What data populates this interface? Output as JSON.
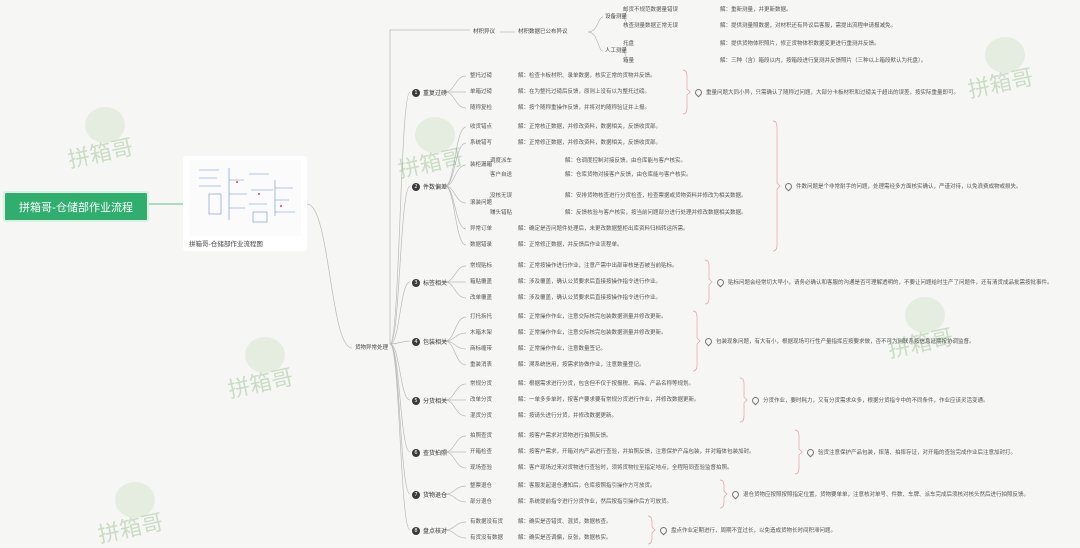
{
  "root": "拼箱哥-仓储部作业流程",
  "thumbnail_caption": "拼箱哥-仓储部作业流程图",
  "watermark_text": "拼箱哥",
  "hub": "货物异常处理",
  "top": {
    "l1": "材积异议",
    "l2": "材积数据已公布异议",
    "l3a": "设备测量",
    "l3b": "人工测量",
    "leaves": [
      {
        "k": "邮货不规范数据量错误",
        "v": "解：重新测量，并更新数据。"
      },
      {
        "k": "核查测量数据正常无误",
        "v": "解：提供测量照数据，对材积还有异议后客服，需提出流程申请报减免。"
      },
      {
        "k": "托盘",
        "v": "解：提供货物体积照片，修正货物体积数据变更进行重测并反馈。"
      },
      {
        "k": "箱量",
        "v": "解：三种（含）箱段以内，按箱段进行复测并反馈照片（三种以上箱段默认为托盘）。"
      }
    ]
  },
  "categories": [
    {
      "num": "1",
      "label": "重复过磅",
      "items": [
        {
          "k": "整托过磅",
          "v": "解：检查卡板材积、录单数据，核实正常的货物并反馈。"
        },
        {
          "k": "单箱过磅",
          "v": "解：在为整托过磅后反馈，原则上没有以为整托过磅。"
        },
        {
          "k": "随称复检",
          "v": "解：按个随称重操作反馈，并将对的随称验证并上报。"
        }
      ],
      "note": "重量问题大同小异，只需确认了随称过问题，大部分卡板材积和过磅关于超出的误差，按实际重量即可。"
    },
    {
      "num": "2",
      "label": "件数偏差",
      "items": [
        {
          "k": "收货错点",
          "v": "解：正常核正数据，并修改资料，数据相关，反馈收货部。"
        },
        {
          "k": "系统错写",
          "v": "解：正常修正数据，并修改资料，数据相关，反馈收货部。"
        },
        {
          "k": "装柜漏箱",
          "v": ""
        },
        {
          "k": "滚装问题",
          "v": ""
        },
        {
          "k": "异常订单",
          "v": "解：确定是否问题件处理后，未更改数据整柜出库资料归档转运所需。"
        },
        {
          "k": "数据错录",
          "v": "解：正常修正数据，并反馈后作业流程单。"
        }
      ],
      "sub": [
        {
          "k": "调度派车",
          "v": "解：仓调度控制对接反馈，由仓库能与客户核实。"
        },
        {
          "k": "客户自送",
          "v": "解：仓库货物对接客户反馈，由仓库能与客户核实。"
        },
        {
          "k": "没核无误",
          "v": "解：安排货物核查进行分货检查，检查票据或货物资料并修改为相关数据。"
        },
        {
          "k": "赚头错贴",
          "v": "解：反馈核验与客户核实，按当前问题部分进行处理并修改数据相关数据。"
        }
      ],
      "note": "件数问题是个非常耐手的问题，处理需经多方面核实确认，严谨对待，以免浪费成物或损失。"
    },
    {
      "num": "3",
      "label": "标签相关",
      "items": [
        {
          "k": "常规贴标",
          "v": "解：正常按操作进行作业，注意产需中出部审核是否被当前贴标。"
        },
        {
          "k": "箱贴覆盖",
          "v": "解：涉及覆盖，确认公货要求后直接按操作指令进行作业。"
        },
        {
          "k": "改单覆盖",
          "v": "解：涉及覆盖，确认公货要求后直接按操作指令进行作业。"
        }
      ],
      "note": "贴标问题会经常切大早小，请务必确认和客服的沟通是否可理解透明的，不要让问题给时生产了问题件，还有清货成品批需按批事件。"
    },
    {
      "num": "4",
      "label": "包装相关",
      "items": [
        {
          "k": "打托拆托",
          "v": "解：正常操作作业，注意交际核完包装数据测量并修改更新。"
        },
        {
          "k": "木箱木架",
          "v": "解：正常操作作业，注意交际核完包装数据测量并修改更新。"
        },
        {
          "k": "商标缠带",
          "v": "解：正常操作作业，注意数量签记。"
        },
        {
          "k": "重装消表",
          "v": "解：溯系统信用，按需求协做作业，注意数量登记。"
        }
      ],
      "note": "包装现象问题，有大有小，根据现场可行性产量指挥应按要求做，否不可为则联系按信息延期按协调监督。"
    },
    {
      "num": "5",
      "label": "分货相关",
      "items": [
        {
          "k": "常规分货",
          "v": "解：根据需求进行分货，包含但不仅于按报税、商品、产品名称等规划。"
        },
        {
          "k": "改单分货",
          "v": "解：一单多多单时，按客户要求要有常规分货进行作业，并修改数据更新。"
        },
        {
          "k": "混货分货",
          "v": "解：按请头进行分货，并修改数据更新。"
        }
      ],
      "note": "分货作业，要时耗力，又有分货需求众多，根据分货指令中的不同条件，作业应该灵活变通。"
    },
    {
      "num": "6",
      "label": "查货拍照",
      "items": [
        {
          "k": "拍照查货",
          "v": "解：按客户需求对货物进行拍照反馈。"
        },
        {
          "k": "开箱检查",
          "v": "解：按客户需求，开箱对内产品进行查验，并拍照反馈，注意保护产品包装，并对箱体包装加封。"
        },
        {
          "k": "现场查验",
          "v": "解：客户现场过来对货物进行查验时，须将货物拉至指定地点，全程陪同查验监督拍照。"
        }
      ],
      "note": "验货注意保护产品包装，摔落、拍摔存证，对开箱的查验完成作业后注意加封打。"
    },
    {
      "num": "7",
      "label": "货物退仓",
      "items": [
        {
          "k": "整票退仓",
          "v": "解：客服发起退仓通知后，仓库按照指引操作方可放货。"
        },
        {
          "k": "部分退仓",
          "v": "解：系统提前指令进行分货作业，然后按指引操作后方可放货。"
        }
      ],
      "note": "退仓货物应按照按照指定位置，货物要单单，注意核对单号、件数、车牌、派车完成后须核对核头然后进行拍照反馈。"
    },
    {
      "num": "8",
      "label": "盘点核对",
      "items": [
        {
          "k": "有数据没有货",
          "v": "解：确实是否错货、混货，数据核查。"
        },
        {
          "k": "有货没有数据",
          "v": "解：确实是否调偏，反张，数据核实。"
        }
      ],
      "note": "盘点作业定期进行，周期不宜过长，以免造成货物长时间积滞问题。"
    }
  ]
}
